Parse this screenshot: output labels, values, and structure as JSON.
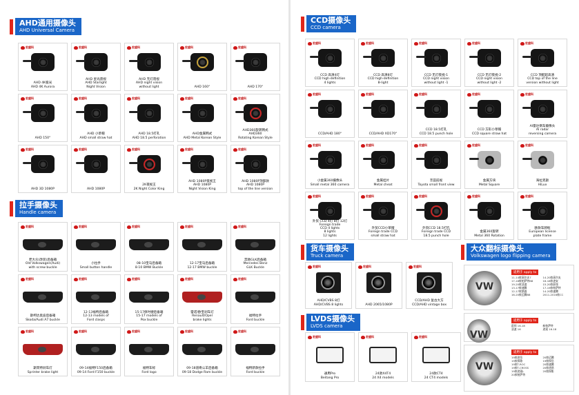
{
  "sections": {
    "ahd": {
      "cn": "AHD通用摄像头",
      "en": "AHD Universal Camera"
    },
    "handle": {
      "cn": "拉手摄像头",
      "en": "Handle camera"
    },
    "ccd": {
      "cn": "CCD摄像头",
      "en": "CCD camera"
    },
    "truck": {
      "cn": "货车摄像头",
      "en": "Truck camera"
    },
    "lvds": {
      "cn": "LVDS摄像头",
      "en": "LVDS camera"
    },
    "vw": {
      "cn": "大众翻标摄像头",
      "en": "Volkswagen logo flipping camera"
    }
  },
  "brand_logo_text": "宏盛科",
  "ahd_items": [
    [
      "AHD 4K极光",
      "AHD 4K Aurora"
    ],
    [
      "AHD 星光夜视",
      "AHD Starlight",
      "Night Vision"
    ],
    [
      "AHD 无灯夜视",
      "AHD night vision",
      "without light"
    ],
    [
      "AHD 160°"
    ],
    [
      "AHD 170°"
    ],
    [
      "AHD 150°"
    ],
    [
      "AHD 小草帽",
      "AHD small straw hat"
    ],
    [
      "AHD 18.5打孔",
      "AHD 18.5 perforation"
    ],
    [
      "AHD金属韩式",
      "AHD Metal Korean Style"
    ],
    [
      "AHD360旋转韩式",
      "AHD360",
      "Rotating Korean Style"
    ],
    [
      "AHD 3D 1080P"
    ],
    [
      "AHD 1080P"
    ],
    [
      "2K夜视王",
      "2K Night Color King"
    ],
    [
      "AHD 1080P夜视王",
      "AHD 1080P",
      "Night Vision King"
    ],
    [
      "AHD 1080P顶部款",
      "AHD 1080P",
      "top of the line version"
    ]
  ],
  "handle_items": [
    [
      "老大众(改装)后备箱",
      "Old Volkswagen(Audi)",
      "with screw buckle"
    ],
    [
      "小拉手",
      "Small button handle"
    ],
    [
      "08-10宝马后备箱",
      "8-10 BMW Buckle"
    ],
    [
      "12-17宝马后备箱",
      "12-17 BMW buckle"
    ],
    [
      "奔驰GLK后备箱",
      "Mercedes Benz",
      "GLK Buckle"
    ],
    [
      "斯柯达奥迪后备箱",
      "Skoda/Audi A7 buckle"
    ],
    [
      "12-13福特后备箱",
      "12-13 models of",
      "Ford clasps"
    ],
    [
      "15-17保时捷后备箱",
      "15-17 models of",
      "Pox buckle"
    ],
    [
      "雷诺/欧宝刹车灯",
      "Renault/Opel",
      "brake lights"
    ],
    [
      "福特拉手",
      "Ford buckle"
    ],
    [
      "斯宾特刹车灯",
      "Sprinter brake light"
    ],
    [
      "09-14福特F150后备箱",
      "09-14 Ford F150 buckle"
    ],
    [
      "福特车标",
      "Ford logo"
    ],
    [
      "09-18道奇公羊后备箱",
      "09-18 Dodge Ram buckle"
    ],
    [
      "福特新款拉手",
      "Ford buckle"
    ]
  ],
  "ccd_items": [
    [
      "CCD 高清4灯",
      "CCD high-definition",
      "4 lights"
    ],
    [
      "CCD 高清8灯",
      "CCD high-definition",
      "8-light"
    ],
    [
      "CCD 无灯夜视-1",
      "CCD night vision",
      "without light -1"
    ],
    [
      "CCD 无灯夜视-2",
      "CCD night vision",
      "without light -2"
    ],
    [
      "CCD 顶配超高清",
      "CCD top of the line",
      "version without light"
    ],
    [
      "CCD/AHD 180°"
    ],
    [
      "CCD/AHD XD170°"
    ],
    [
      "CCD 18.5打孔",
      "CCD 18.5 punch hole"
    ],
    [
      "CCD 方形小草帽",
      "CCD square straw hat"
    ],
    [
      "AI雷达倒车摄像头",
      "AI radar",
      "reversing camera"
    ],
    [
      "小金属360摄像头",
      "Small metal 360 camera"
    ],
    [
      "金属挂片",
      "Metal cheat"
    ],
    [
      "丰田前视",
      "Toyota small front view"
    ],
    [
      "金属方块",
      "Metal Square"
    ],
    [
      "海拉克斯",
      "HiLux"
    ],
    [
      "外贸 CCD 4灯 8灯 12灯",
      "Foreign trade",
      "CCD 4 lights",
      "8 lights",
      "12 lights"
    ],
    [
      "外贸CCD小草帽",
      "Foreign trade CCD",
      "small straw hat"
    ],
    [
      "外贸CCD 18.5打孔",
      "Foreign trade CCD",
      "18.5 punch hole"
    ],
    [
      "金属360旋转",
      "Metal 360 Rotation"
    ],
    [
      "欧款车牌框",
      "European license",
      "plate frame"
    ]
  ],
  "ccd_row4_first_caption": "外贸CCD(4灯8灯12灯)",
  "truck_items": [
    [
      "AHD/CVBS 8灯",
      "AHD/CVBS 8 lights"
    ],
    [
      "AHD 2065/1080P"
    ],
    [
      "CCD/AHD 复古大方",
      "CCD/AHD vintage box"
    ]
  ],
  "lvds_items": [
    [
      "通用Pro",
      "Beitang Pro"
    ],
    [
      "24款X4T4",
      "24 X4 models"
    ],
    [
      "24款CT4",
      "24 CT4 models"
    ]
  ],
  "vw_panels": [
    {
      "badge": "适用于 apply to",
      "lines": [
        "11-14款高尔夫7",
        "17-18款帕萨特B8",
        "19-20款凌渡",
        "13-17款速腾",
        "12-17款朗逸",
        "16-20款迈腾B8",
        "14-20款高尔夫",
        "16-18款途安",
        "15-20款蔚领",
        "17-19款帕萨特",
        "14-20款速腾",
        "2011-2016款CC"
      ]
    },
    {
      "badge": "适用于 apply to",
      "lines": [
        "蔚领 16-18",
        "凌渡 16",
        "新帕萨特",
        "途观 16-18"
      ]
    },
    {
      "badge": "适用于 apply to",
      "lines": [
        "19款途岳",
        "19款探歌",
        "19款T-ROC",
        "19款T-CROSS",
        "19款途观L",
        "20款帕萨特",
        "20款迈腾",
        "19款探岳",
        "20款速腾",
        "20款途昂",
        "20款探影"
      ]
    }
  ],
  "colors": {
    "section_blue": "#1a66c8",
    "section_red": "#e0261a",
    "brand_red": "#d01818"
  }
}
